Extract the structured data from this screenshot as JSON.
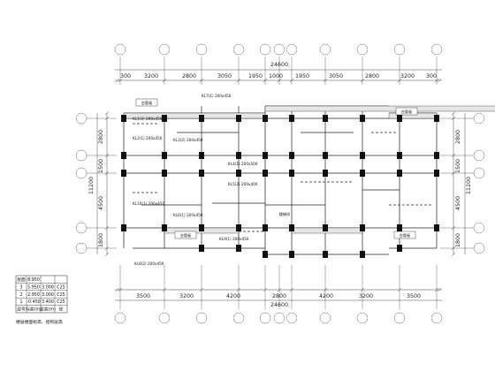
{
  "top_dims_row1": [
    "300",
    "3200",
    "2800",
    "3050",
    "1950",
    "1000",
    "1950",
    "3050",
    "2800",
    "3200",
    "300"
  ],
  "top_total": "24600",
  "bottom_dims": [
    "3500",
    "3200",
    "4200",
    "2800",
    "4200",
    "3200",
    "3500"
  ],
  "bottom_total": "24600",
  "left_dims": [
    "2800",
    "1500",
    "4500",
    "1800"
  ],
  "left_total": "11200",
  "right_dims": [
    "2800",
    "1500",
    "4500",
    "1800"
  ],
  "right_total": "11200",
  "room_labels": [
    "台管板",
    "台管板",
    "台管板",
    "台管板",
    "楼梯间"
  ],
  "beam_notes": [
    "KL1(2) 200x450",
    "KL2(1) 200x450",
    "KL3(2) 200x450",
    "KL4(1) 200x500",
    "KL5(2) 200x400",
    "KL6(1) 200x450",
    "KL7(1) 200x450",
    "KL8(2) 200x450",
    "KL9(1) 200x450",
    "KL10(1) 200x450"
  ],
  "legend_table": {
    "rows": [
      {
        "floor": "屋面",
        "elev": "8.950",
        "height": "",
        "grade": ""
      },
      {
        "floor": "3",
        "elev": "5.950",
        "height": "3.000",
        "grade": "C25"
      },
      {
        "floor": "2",
        "elev": "2.950",
        "height": "3.000",
        "grade": "C25"
      },
      {
        "floor": "1",
        "elev": "-0.450",
        "height": "3.400",
        "grade": "C25"
      },
      {
        "floor": "层号",
        "elev": "标高(m)",
        "height": "层高(m)",
        "grade": "砼"
      }
    ],
    "caption": "楼层楼面标高、结构层高"
  }
}
